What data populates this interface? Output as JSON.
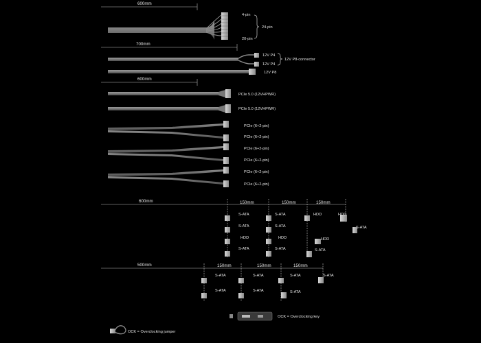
{
  "mb": {
    "length": "600mm",
    "pin_top": "4-pin",
    "pin_total": "24-pin",
    "pin_bottom": "20-pin"
  },
  "cpu": {
    "length": "700mm",
    "p4_a": "12V P4",
    "p4_b": "12V P4",
    "group": "12V P8-connector",
    "p8": "12V P8"
  },
  "pcie_section": {
    "length": "600mm",
    "hpwr_a": "PCIe 5.0 (12VHPWR)",
    "hpwr_b": "PCIe 5.0 (12VHPWR)",
    "pcie": [
      "PCIe (6+2-pin)",
      "PCIe (6+2-pin)",
      "PCIe (6+2-pin)",
      "PCIe (6+2-pin)",
      "PCIe (6+2-pin)",
      "PCIe (6+2-pin)"
    ]
  },
  "sata1": {
    "length": "600mm",
    "seg1": "150mm",
    "seg2": "150mm",
    "seg3": "150mm",
    "row1": [
      "S-ATA",
      "S-ATA",
      "HDD",
      "HDD"
    ],
    "row2": [
      "S-ATA",
      "S-ATA",
      "S-ATA"
    ],
    "row3": [
      "HDD",
      "HDD",
      "HDD"
    ],
    "row4": [
      "S-ATA",
      "S-ATA",
      "S-ATA"
    ]
  },
  "sata2": {
    "length": "500mm",
    "seg1": "150mm",
    "seg2": "150mm",
    "seg3": "150mm",
    "row1": [
      "S-ATA",
      "S-ATA",
      "S-ATA",
      "S-ATA"
    ],
    "row2": [
      "S-ATA",
      "S-ATA",
      "S-ATA"
    ]
  },
  "ock": {
    "key": "OCK = Overclocking key",
    "jumper": "OCK = Overclocking jumper"
  },
  "colors": {
    "background": "#000000",
    "cable": "#7a7a7a",
    "text": "#e6e6e6"
  }
}
